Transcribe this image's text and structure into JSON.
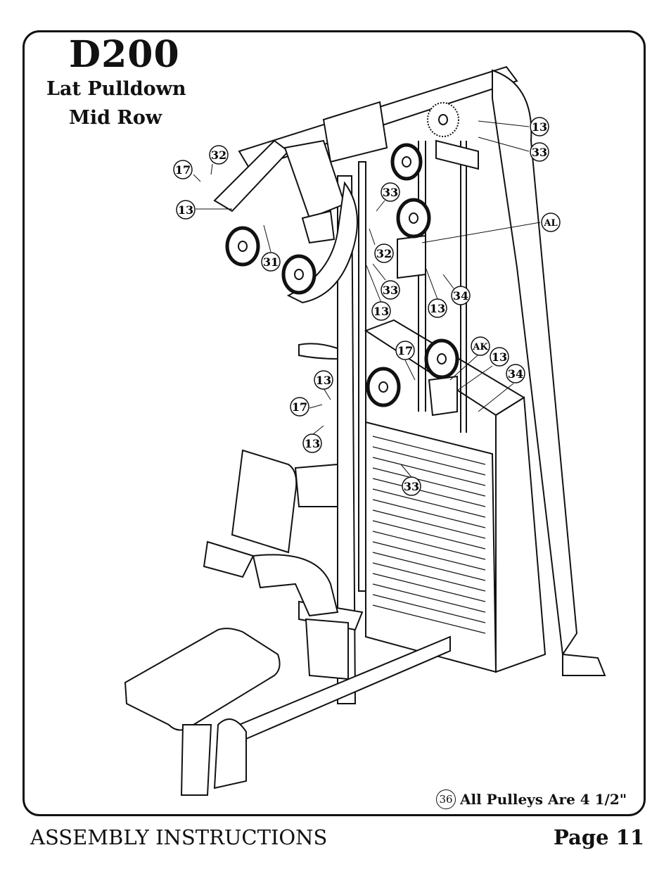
{
  "title": "D200",
  "subtitle_lines": [
    "Lat Pulldown",
    "Mid Row"
  ],
  "callouts": [
    "13",
    "33",
    "32",
    "17",
    "13",
    "33",
    "AL",
    "31",
    "32",
    "33",
    "13",
    "13",
    "34",
    "17",
    "AK",
    "13",
    "34",
    "13",
    "17",
    "13",
    "33"
  ],
  "note": {
    "number": "36",
    "text": "All Pulleys Are 4 1/2\""
  },
  "footer": {
    "left": "ASSEMBLY INSTRUCTIONS",
    "right": "Page 11"
  }
}
